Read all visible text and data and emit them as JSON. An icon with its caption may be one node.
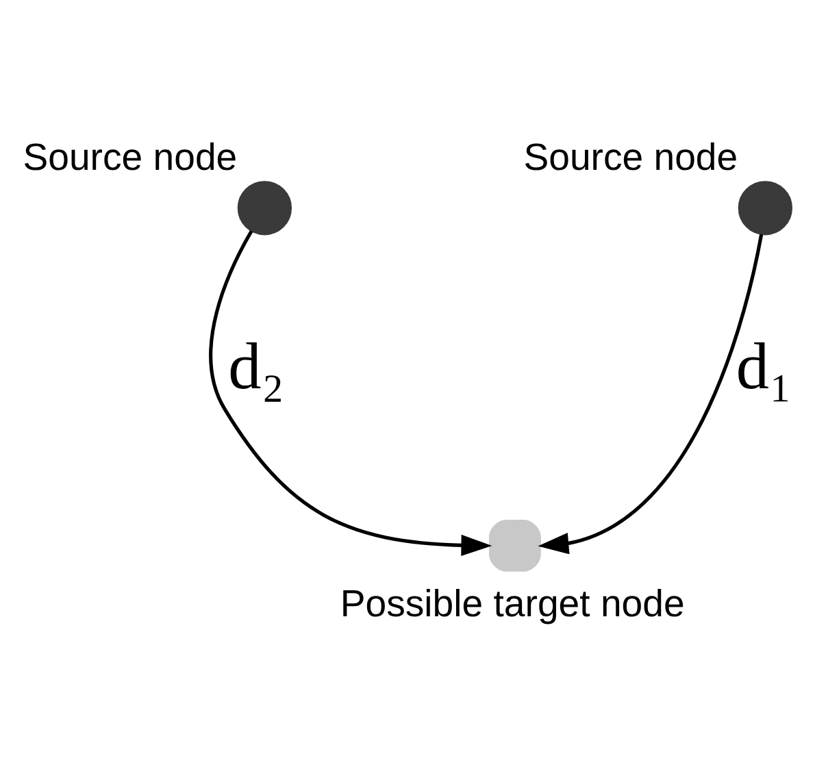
{
  "diagram": {
    "nodes": [
      {
        "text": [],
        "shape": "circle",
        "beside": [
          "Source node"
        ]
      },
      {
        "text": [],
        "shape": "circle",
        "beside": [
          "Source node"
        ]
      },
      {
        "text": [],
        "shape": "circle",
        "beside": [
          "Possible target node"
        ]
      }
    ],
    "edges": [
      {
        "from": 0,
        "to": 2,
        "arrow": "to",
        "label": "d₂"
      },
      {
        "from": 1,
        "to": 2,
        "arrow": "to",
        "label": "d₁"
      }
    ]
  }
}
